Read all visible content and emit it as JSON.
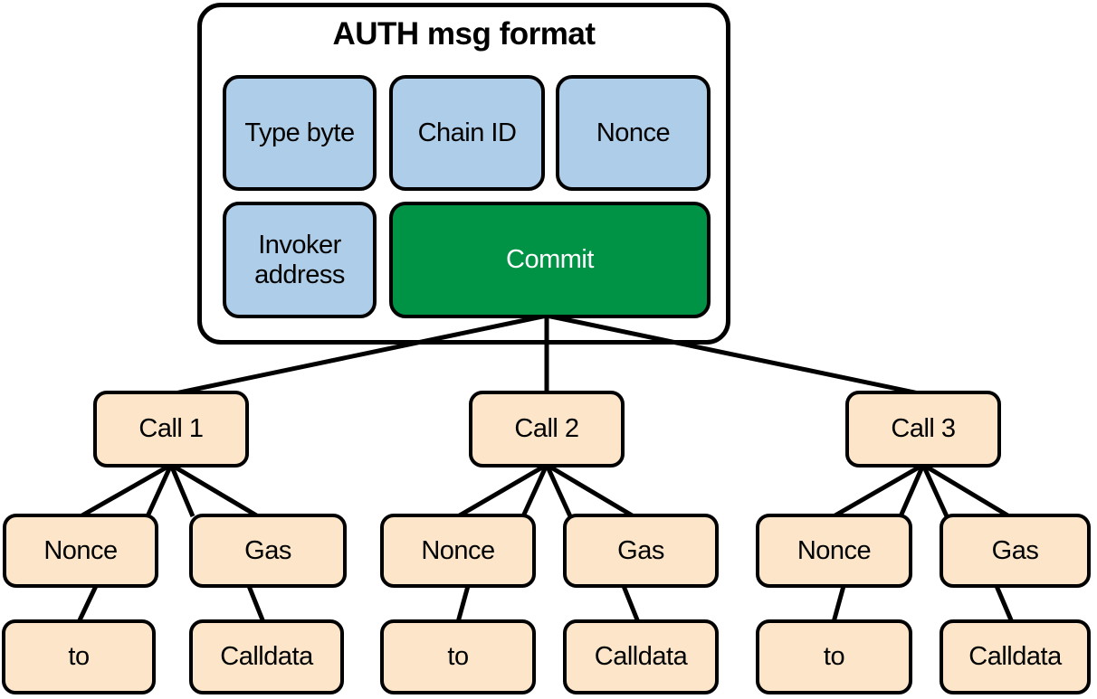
{
  "diagram": {
    "auth_msg": {
      "title": "AUTH msg format",
      "fields": {
        "type_byte": "Type byte",
        "chain_id": "Chain ID",
        "nonce": "Nonce",
        "invoker_address": "Invoker address",
        "commit": "Commit"
      }
    },
    "calls": [
      {
        "label": "Call 1",
        "fields": {
          "nonce": "Nonce",
          "gas": "Gas",
          "to": "to",
          "calldata": "Calldata"
        }
      },
      {
        "label": "Call 2",
        "fields": {
          "nonce": "Nonce",
          "gas": "Gas",
          "to": "to",
          "calldata": "Calldata"
        }
      },
      {
        "label": "Call 3",
        "fields": {
          "nonce": "Nonce",
          "gas": "Gas",
          "to": "to",
          "calldata": "Calldata"
        }
      }
    ],
    "colors": {
      "field_blue": "#aecde8",
      "commit_green": "#009245",
      "call_peach": "#fce5c9",
      "edge_black": "#000000",
      "text": "#000000",
      "commit_text": "#ffffff"
    }
  }
}
